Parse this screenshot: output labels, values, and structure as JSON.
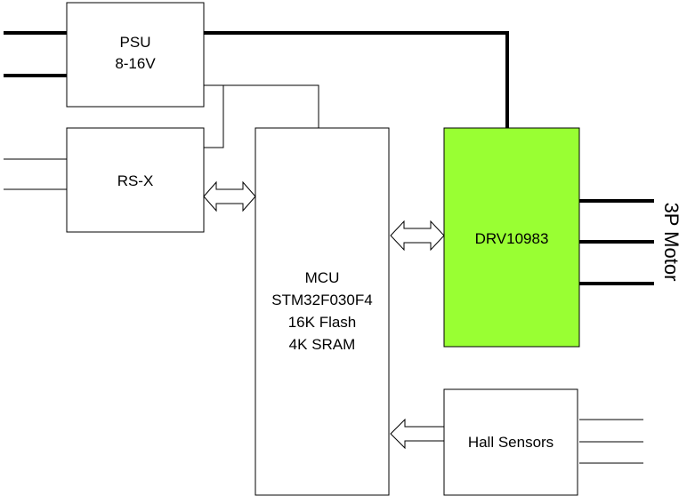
{
  "blocks": {
    "psu": {
      "line1": "PSU",
      "line2": "8-16V"
    },
    "rsx": {
      "label": "RS-X"
    },
    "mcu": {
      "line1": "MCU",
      "line2": "STM32F030F4",
      "line3": "16K Flash",
      "line4": "4K SRAM"
    },
    "driver": {
      "label": "DRV10983",
      "fill": "#99ff33"
    },
    "hall": {
      "label": "Hall Sensors"
    }
  },
  "motor": {
    "label": "3P Motor"
  }
}
